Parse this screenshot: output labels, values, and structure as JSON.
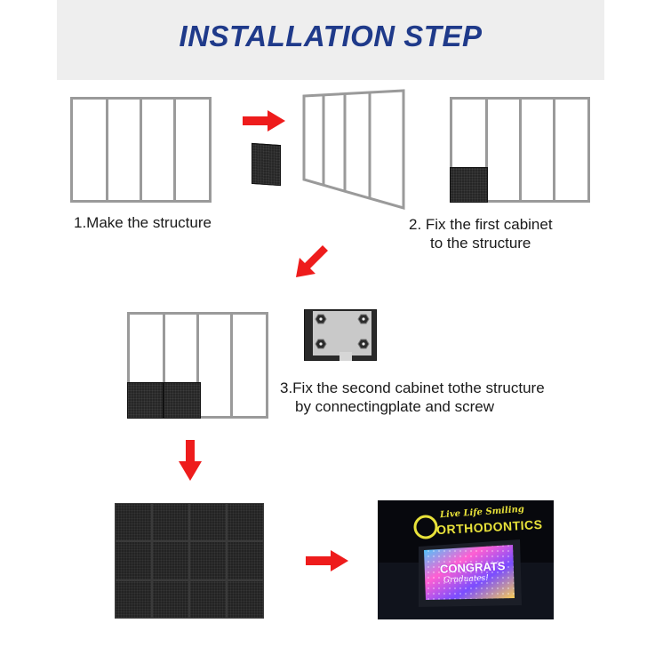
{
  "header": {
    "title": "INSTALLATION STEP"
  },
  "colors": {
    "title": "#1f3a8a",
    "header_bg": "#eeeeee",
    "arrow": "#ee1c1c",
    "frame": "#9a9a9a",
    "cabinet": "#262626",
    "sign_text": "#e8e23a"
  },
  "steps": [
    {
      "label_lines": [
        "1.Make the structure"
      ]
    },
    {
      "label_lines": [
        "2. Fix the first cabinet",
        "to  the structure"
      ]
    },
    {
      "label_lines": [
        "3.Fix the second cabinet tothe structure",
        "by connectingplate and screw"
      ]
    }
  ],
  "photo": {
    "sign_top": "Live Life Smiling",
    "sign_main": "ORTHODONTICS",
    "screen_text": "CONGRATS",
    "screen_subtext": "Graduates!"
  },
  "icons": [
    "arrow-right-icon",
    "arrow-down-left-icon",
    "arrow-down-icon",
    "screw-icon"
  ]
}
